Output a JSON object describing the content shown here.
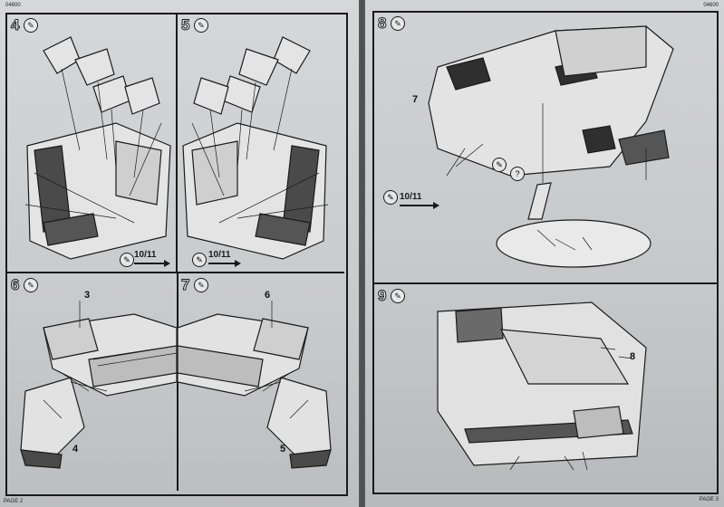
{
  "left_page": {
    "code": "04600",
    "footer": "PAGE 2",
    "steps": [
      {
        "num": "4",
        "arrow_label": "10/11"
      },
      {
        "num": "5",
        "arrow_label": "10/11"
      },
      {
        "num": "6",
        "callouts": [
          "3",
          "4"
        ]
      },
      {
        "num": "7",
        "callouts": [
          "6",
          "5"
        ]
      }
    ]
  },
  "right_page": {
    "code": "04600",
    "footer": "PAGE 3",
    "steps": [
      {
        "num": "8",
        "arrow_label": "10/11",
        "callouts": [
          "7"
        ],
        "glue_icons": [
          "?"
        ]
      },
      {
        "num": "9",
        "callouts": [
          "8"
        ]
      }
    ]
  },
  "icons": [
    "glue-icon",
    "arrow-icon",
    "question-icon"
  ]
}
